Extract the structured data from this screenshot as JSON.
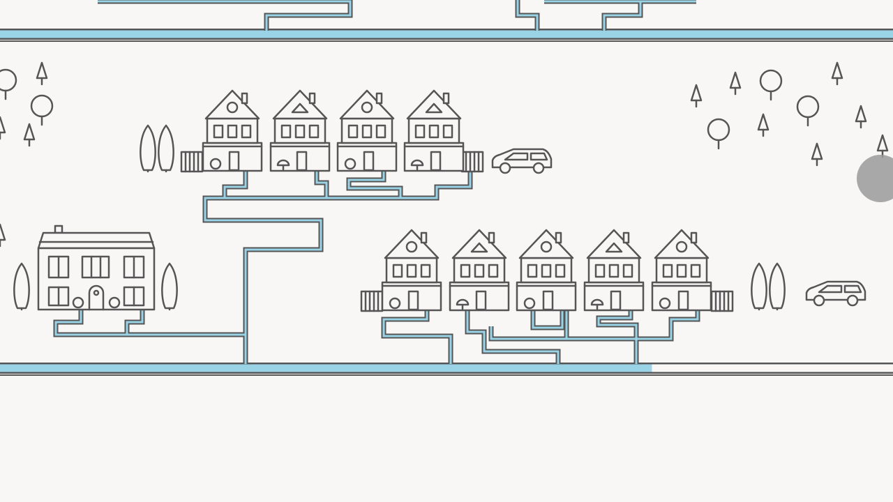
{
  "scene": {
    "colors": {
      "background": "#f9f6f6",
      "outline": "#555555",
      "water_pipe": "#9bd3e6",
      "cursor": "#9a9a9a"
    },
    "icons": [
      "house-icon",
      "apartment-building-icon",
      "car-icon",
      "cypress-tree-icon",
      "round-tree-icon",
      "pine-tree-icon",
      "water-main-pipe",
      "service-pipe"
    ],
    "house_rows": [
      {
        "houses": 4
      },
      {
        "houses": 5
      }
    ],
    "water_fill": {
      "upper_main": 1.0,
      "lower_main": 0.73
    }
  }
}
